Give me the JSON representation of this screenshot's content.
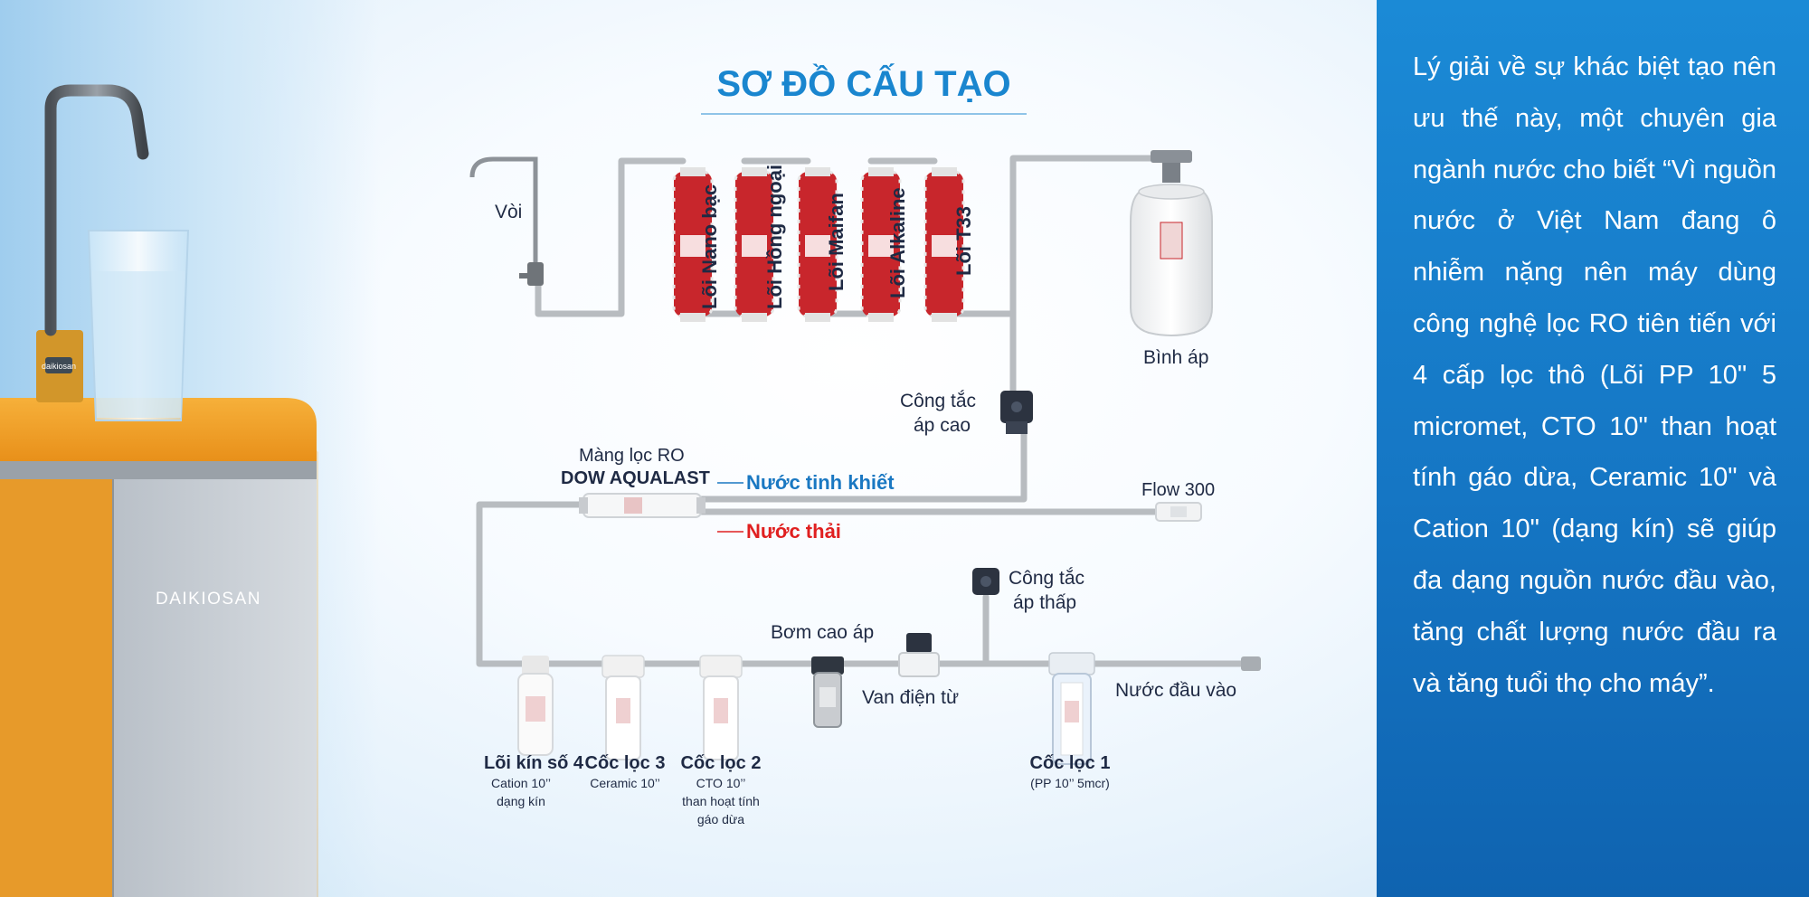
{
  "title": "SƠ ĐỒ CẤU TẠO",
  "brand": {
    "tank": "DAIKIOSAN",
    "badge": "daikiosan"
  },
  "filters_top": [
    "Lõi Nano bạc",
    "Lõi Hồng ngoại",
    "Lõi Maifan",
    "Lõi Alkaline",
    "Lõi T33"
  ],
  "labels": {
    "faucet": "Vòi",
    "tank": "Bình áp",
    "high_switch_1": "Công tắc",
    "high_switch_2": "áp cao",
    "ro_1": "Màng lọc RO",
    "ro_2": "DOW AQUALAST",
    "pure_water": "Nước tinh khiết",
    "waste_water": "Nước thải",
    "flow": "Flow 300",
    "low_switch_1": "Công tắc",
    "low_switch_2": "áp thấp",
    "pump": "Bơm cao áp",
    "valve": "Van điện từ",
    "inlet": "Nước đầu vào"
  },
  "bottom_filters": [
    {
      "name": "Lõi kín số 4",
      "sub": [
        "Cation 10’’",
        "dạng kín"
      ]
    },
    {
      "name": "Cốc lọc 3",
      "sub": [
        "Ceramic 10’’"
      ]
    },
    {
      "name": "Cốc lọc 2",
      "sub": [
        "CTO 10’’",
        "than hoạt tính",
        "gáo dừa"
      ]
    },
    {
      "name": "Cốc lọc 1",
      "sub": [
        "(PP 10’’ 5mcr)"
      ]
    }
  ],
  "colors": {
    "title": "#1a86cf",
    "pure": "#1a78c2",
    "waste": "#e02020",
    "pipe": "#b8bcc0",
    "cartridge": "#c8262c",
    "panel": "#1577c5"
  },
  "side_text": "Lý giải về sự khác biệt tạo nên ưu thế này, một chuyên gia ngành nước cho biết “Vì nguồn nước ở Việt Nam đang ô nhiễm nặng nên máy dùng công nghệ lọc RO tiên tiến với 4 cấp lọc thô (Lõi PP 10\" 5 micromet, CTO 10\" than hoạt tính gáo dừa, Ceramic 10\" và Cation 10\" (dạng kín) sẽ giúp đa dạng nguồn nước đầu vào, tăng chất lượng nước đầu ra và tăng tuổi thọ cho máy”."
}
